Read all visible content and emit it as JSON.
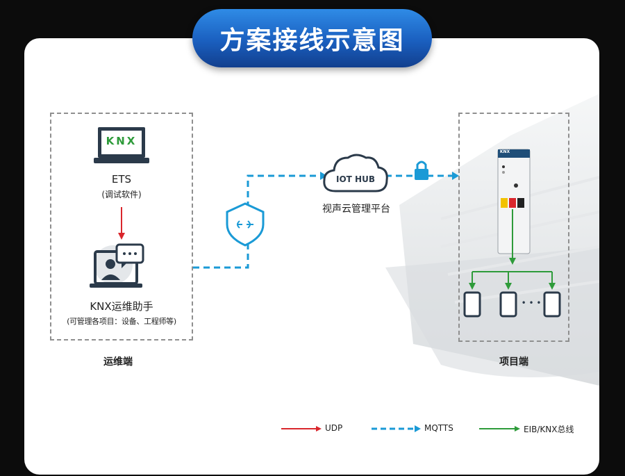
{
  "title": "方案接线示意图",
  "left_group": {
    "ets_label": "ETS",
    "ets_sub": "(调试软件)",
    "ets_logo": "KNX",
    "assistant_label": "KNX运维助手",
    "assistant_sub": "(可管理各项目：设备、工程师等)",
    "group_label": "运维端"
  },
  "cloud": {
    "hub_text": "IOT HUB",
    "label": "视声云管理平台"
  },
  "right_group": {
    "device_brand": "KNX",
    "group_label": "项目端",
    "ellipsis": "• • •"
  },
  "legend": {
    "udp": "UDP",
    "mqtts": "MQTTS",
    "eib": "EIB/KNX总线"
  },
  "colors": {
    "udp": "#d9262c",
    "mqtts": "#1a9ad6",
    "eib": "#2e9b3a",
    "title_bg": "#1a5fbf"
  }
}
